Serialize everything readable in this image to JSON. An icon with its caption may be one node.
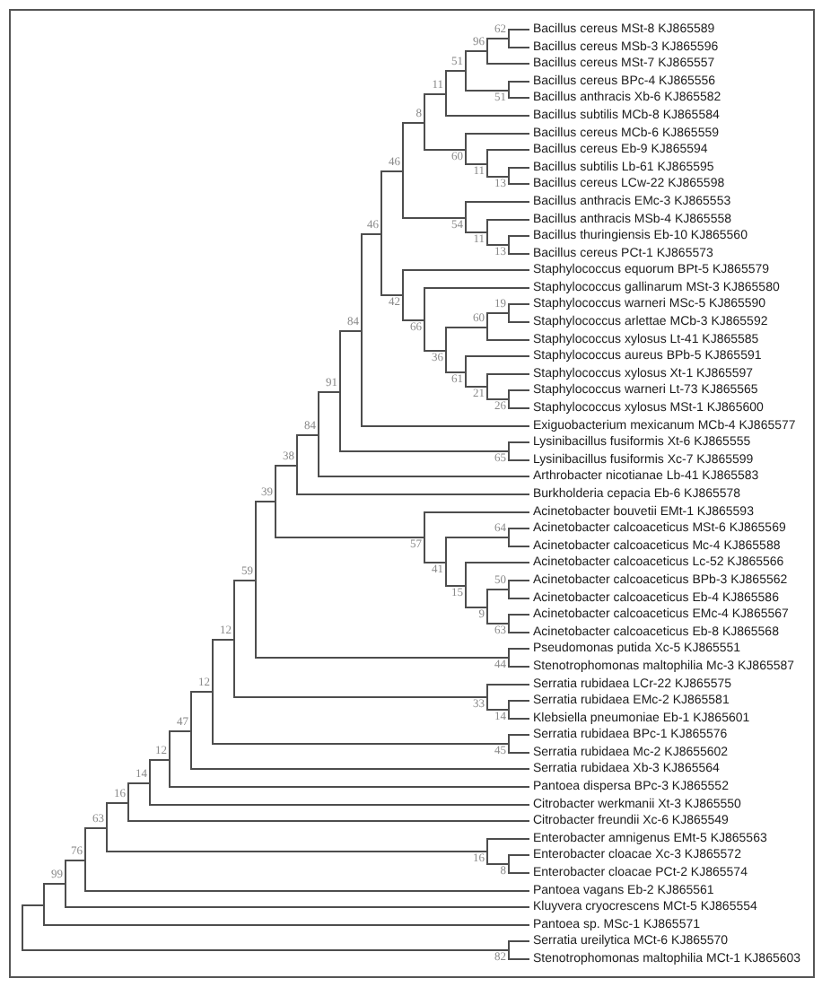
{
  "diagram": {
    "nodes": [
      {
        "text": [],
        "shape": "bar"
      },
      {
        "text": [],
        "shape": "bar"
      },
      {
        "text": [],
        "shape": "bar",
        "beside": [
          "99"
        ]
      },
      {
        "text": [],
        "shape": "bar",
        "beside": [
          "76"
        ]
      },
      {
        "text": [],
        "shape": "bar",
        "beside": [
          "63"
        ]
      },
      {
        "text": [],
        "shape": "bar",
        "beside": [
          "16"
        ]
      },
      {
        "text": [],
        "shape": "bar",
        "beside": [
          "14"
        ]
      },
      {
        "text": [],
        "shape": "bar",
        "beside": [
          "12"
        ]
      },
      {
        "text": [],
        "shape": "bar",
        "beside": [
          "47"
        ]
      },
      {
        "text": [],
        "shape": "bar",
        "beside": [
          "12"
        ]
      },
      {
        "text": [],
        "shape": "bar",
        "beside": [
          "12"
        ]
      },
      {
        "text": [],
        "shape": "bar",
        "beside": [
          "59"
        ]
      },
      {
        "text": [],
        "shape": "bar",
        "beside": [
          "39"
        ]
      },
      {
        "text": [],
        "shape": "bar",
        "beside": [
          "38"
        ]
      },
      {
        "text": [],
        "shape": "bar",
        "beside": [
          "84"
        ]
      },
      {
        "text": [],
        "shape": "bar",
        "beside": [
          "91"
        ]
      },
      {
        "text": [],
        "shape": "bar",
        "beside": [
          "84"
        ]
      },
      {
        "text": [],
        "shape": "bar",
        "beside": [
          "46"
        ]
      },
      {
        "text": [],
        "shape": "bar",
        "beside": [
          "46"
        ]
      },
      {
        "text": [],
        "shape": "bar",
        "beside": [
          "8"
        ]
      },
      {
        "text": [],
        "shape": "bar",
        "beside": [
          "11"
        ]
      },
      {
        "text": [],
        "shape": "bar",
        "beside": [
          "51"
        ]
      },
      {
        "text": [],
        "shape": "bar",
        "beside": [
          "96"
        ]
      },
      {
        "text": [],
        "shape": "bar",
        "beside": [
          "62"
        ]
      },
      {
        "text": [
          "Bacillus cereus MSt-8 KJ865589"
        ]
      },
      {
        "text": [
          "Bacillus cereus MSb-3 KJ865596"
        ]
      },
      {
        "text": [
          "Bacillus cereus MSt-7 KJ865557"
        ]
      },
      {
        "text": [],
        "shape": "bar",
        "beside": [
          "51"
        ]
      },
      {
        "text": [
          "Bacillus cereus BPc-4 KJ865556"
        ]
      },
      {
        "text": [
          "Bacillus anthracis Xb-6 KJ865582"
        ]
      },
      {
        "text": [
          "Bacillus subtilis MCb-8 KJ865584"
        ]
      },
      {
        "text": [],
        "shape": "bar",
        "beside": [
          "60"
        ]
      },
      {
        "text": [
          "Bacillus cereus MCb-6 KJ865559"
        ]
      },
      {
        "text": [],
        "shape": "bar",
        "beside": [
          "11"
        ]
      },
      {
        "text": [
          "Bacillus cereus Eb-9 KJ865594"
        ]
      },
      {
        "text": [],
        "shape": "bar",
        "beside": [
          "13"
        ]
      },
      {
        "text": [
          "Bacillus subtilis Lb-61 KJ865595"
        ]
      },
      {
        "text": [
          "Bacillus cereus LCw-22 KJ865598"
        ]
      },
      {
        "text": [],
        "shape": "bar",
        "beside": [
          "54"
        ]
      },
      {
        "text": [
          "Bacillus anthracis EMc-3 KJ865553"
        ]
      },
      {
        "text": [],
        "shape": "bar",
        "beside": [
          "11"
        ]
      },
      {
        "text": [
          "Bacillus anthracis MSb-4 KJ865558"
        ]
      },
      {
        "text": [],
        "shape": "bar",
        "beside": [
          "13"
        ]
      },
      {
        "text": [
          "Bacillus thuringiensis Eb-10 KJ865560"
        ]
      },
      {
        "text": [
          "Bacillus cereus PCt-1 KJ865573"
        ]
      },
      {
        "text": [],
        "shape": "bar",
        "beside": [
          "42"
        ]
      },
      {
        "text": [
          "Staphylococcus equorum BPt-5 KJ865579"
        ]
      },
      {
        "text": [],
        "shape": "bar",
        "beside": [
          "66"
        ]
      },
      {
        "text": [
          "Staphylococcus gallinarum MSt-3 KJ865580"
        ]
      },
      {
        "text": [],
        "shape": "bar",
        "beside": [
          "36"
        ]
      },
      {
        "text": [],
        "shape": "bar",
        "beside": [
          "60"
        ]
      },
      {
        "text": [],
        "shape": "bar",
        "beside": [
          "19"
        ]
      },
      {
        "text": [
          "Staphylococcus warneri MSc-5 KJ865590"
        ]
      },
      {
        "text": [
          "Staphylococcus arlettae MCb-3 KJ865592"
        ]
      },
      {
        "text": [
          "Staphylococcus xylosus Lt-41 KJ865585"
        ]
      },
      {
        "text": [],
        "shape": "bar",
        "beside": [
          "61"
        ]
      },
      {
        "text": [
          "Staphylococcus aureus BPb-5 KJ865591"
        ]
      },
      {
        "text": [],
        "shape": "bar",
        "beside": [
          "21"
        ]
      },
      {
        "text": [
          "Staphylococcus xylosus Xt-1 KJ865597"
        ]
      },
      {
        "text": [],
        "shape": "bar",
        "beside": [
          "26"
        ]
      },
      {
        "text": [
          "Staphylococcus warneri Lt-73 KJ865565"
        ]
      },
      {
        "text": [
          "Staphylococcus xylosus MSt-1 KJ865600"
        ]
      },
      {
        "text": [
          "Exiguobacterium mexicanum MCb-4 KJ865577"
        ]
      },
      {
        "text": [],
        "shape": "bar",
        "beside": [
          "65"
        ]
      },
      {
        "text": [
          "Lysinibacillus fusiformis Xt-6 KJ865555"
        ]
      },
      {
        "text": [
          "Lysinibacillus fusiformis Xc-7 KJ865599"
        ]
      },
      {
        "text": [
          "Arthrobacter nicotianae Lb-41 KJ865583"
        ]
      },
      {
        "text": [
          "Burkholderia cepacia Eb-6 KJ865578"
        ]
      },
      {
        "text": [],
        "shape": "bar",
        "beside": [
          "57"
        ]
      },
      {
        "text": [
          "Acinetobacter bouvetii EMt-1 KJ865593"
        ]
      },
      {
        "text": [],
        "shape": "bar",
        "beside": [
          "41"
        ]
      },
      {
        "text": [],
        "shape": "bar",
        "beside": [
          "64"
        ]
      },
      {
        "text": [
          "Acinetobacter calcoaceticus MSt-6 KJ865569"
        ]
      },
      {
        "text": [
          "Acinetobacter calcoaceticus Mc-4 KJ865588"
        ]
      },
      {
        "text": [],
        "shape": "bar",
        "beside": [
          "15"
        ]
      },
      {
        "text": [
          "Acinetobacter calcoaceticus Lc-52 KJ865566"
        ]
      },
      {
        "text": [],
        "shape": "bar",
        "beside": [
          "9"
        ]
      },
      {
        "text": [],
        "shape": "bar",
        "beside": [
          "50"
        ]
      },
      {
        "text": [
          "Acinetobacter calcoaceticus BPb-3 KJ865562"
        ]
      },
      {
        "text": [
          "Acinetobacter calcoaceticus Eb-4 KJ865586"
        ]
      },
      {
        "text": [],
        "shape": "bar",
        "beside": [
          "63"
        ]
      },
      {
        "text": [
          "Acinetobacter calcoaceticus EMc-4 KJ865567"
        ]
      },
      {
        "text": [
          "Acinetobacter calcoaceticus Eb-8 KJ865568"
        ]
      },
      {
        "text": [],
        "shape": "bar",
        "beside": [
          "44"
        ]
      },
      {
        "text": [
          "Pseudomonas putida Xc-5 KJ865551"
        ]
      },
      {
        "text": [
          "Stenotrophomonas maltophilia Mc-3 KJ865587"
        ]
      },
      {
        "text": [],
        "shape": "bar",
        "beside": [
          "33"
        ]
      },
      {
        "text": [
          "Serratia rubidaea LCr-22 KJ865575"
        ]
      },
      {
        "text": [],
        "shape": "bar",
        "beside": [
          "14"
        ]
      },
      {
        "text": [
          "Serratia rubidaea EMc-2 KJ865581"
        ]
      },
      {
        "text": [
          "Klebsiella pneumoniae Eb-1 KJ865601"
        ]
      },
      {
        "text": [],
        "shape": "bar",
        "beside": [
          "45"
        ]
      },
      {
        "text": [
          "Serratia rubidaea BPc-1 KJ865576"
        ]
      },
      {
        "text": [
          "Serratia rubidaea Mc-2 KJ8655602"
        ]
      },
      {
        "text": [
          "Serratia rubidaea Xb-3 KJ865564"
        ]
      },
      {
        "text": [
          "Pantoea dispersa BPc-3 KJ865552"
        ]
      },
      {
        "text": [
          "Citrobacter werkmanii Xt-3 KJ865550"
        ]
      },
      {
        "text": [
          "Citrobacter freundii Xc-6 KJ865549"
        ]
      },
      {
        "text": [],
        "shape": "bar",
        "beside": [
          "16"
        ]
      },
      {
        "text": [
          "Enterobacter amnigenus EMt-5 KJ865563"
        ]
      },
      {
        "text": [],
        "shape": "bar",
        "beside": [
          "8"
        ]
      },
      {
        "text": [
          "Enterobacter cloacae Xc-3 KJ865572"
        ]
      },
      {
        "text": [
          "Enterobacter cloacae PCt-2 KJ865574"
        ]
      },
      {
        "text": [
          "Pantoea vagans Eb-2 KJ865561"
        ]
      },
      {
        "text": [
          "Kluyvera cryocrescens MCt-5 KJ865554"
        ]
      },
      {
        "text": [
          "Pantoea sp. MSc-1 KJ865571"
        ]
      },
      {
        "text": [],
        "shape": "bar",
        "beside": [
          "82"
        ]
      },
      {
        "text": [
          "Serratia ureilytica MCt-6 KJ865570"
        ]
      },
      {
        "text": [
          "Stenotrophomonas maltophilia MCt-1 KJ865603"
        ]
      }
    ],
    "edges": [
      {
        "from": 0,
        "to": 1,
        "arrow": "none"
      },
      {
        "from": 1,
        "to": 2,
        "arrow": "none"
      },
      {
        "from": 2,
        "to": 3,
        "arrow": "none"
      },
      {
        "from": 3,
        "to": 4,
        "arrow": "none"
      },
      {
        "from": 4,
        "to": 5,
        "arrow": "none"
      },
      {
        "from": 5,
        "to": 6,
        "arrow": "none"
      },
      {
        "from": 6,
        "to": 7,
        "arrow": "none"
      },
      {
        "from": 7,
        "to": 8,
        "arrow": "none"
      },
      {
        "from": 8,
        "to": 9,
        "arrow": "none"
      },
      {
        "from": 9,
        "to": 10,
        "arrow": "none"
      },
      {
        "from": 10,
        "to": 11,
        "arrow": "none"
      },
      {
        "from": 11,
        "to": 12,
        "arrow": "none"
      },
      {
        "from": 12,
        "to": 13,
        "arrow": "none"
      },
      {
        "from": 13,
        "to": 14,
        "arrow": "none"
      },
      {
        "from": 14,
        "to": 15,
        "arrow": "none"
      },
      {
        "from": 15,
        "to": 16,
        "arrow": "none"
      },
      {
        "from": 16,
        "to": 17,
        "arrow": "none"
      },
      {
        "from": 17,
        "to": 18,
        "arrow": "none"
      },
      {
        "from": 18,
        "to": 19,
        "arrow": "none"
      },
      {
        "from": 19,
        "to": 20,
        "arrow": "none"
      },
      {
        "from": 20,
        "to": 21,
        "arrow": "none"
      },
      {
        "from": 21,
        "to": 22,
        "arrow": "none"
      },
      {
        "from": 22,
        "to": 23,
        "arrow": "none"
      },
      {
        "from": 23,
        "to": 24,
        "arrow": "none"
      },
      {
        "from": 23,
        "to": 25,
        "arrow": "none"
      },
      {
        "from": 22,
        "to": 26,
        "arrow": "none"
      },
      {
        "from": 21,
        "to": 27,
        "arrow": "none"
      },
      {
        "from": 27,
        "to": 28,
        "arrow": "none"
      },
      {
        "from": 27,
        "to": 29,
        "arrow": "none"
      },
      {
        "from": 20,
        "to": 30,
        "arrow": "none"
      },
      {
        "from": 19,
        "to": 31,
        "arrow": "none"
      },
      {
        "from": 31,
        "to": 32,
        "arrow": "none"
      },
      {
        "from": 31,
        "to": 33,
        "arrow": "none"
      },
      {
        "from": 33,
        "to": 34,
        "arrow": "none"
      },
      {
        "from": 33,
        "to": 35,
        "arrow": "none"
      },
      {
        "from": 35,
        "to": 36,
        "arrow": "none"
      },
      {
        "from": 35,
        "to": 37,
        "arrow": "none"
      },
      {
        "from": 18,
        "to": 38,
        "arrow": "none"
      },
      {
        "from": 38,
        "to": 39,
        "arrow": "none"
      },
      {
        "from": 38,
        "to": 40,
        "arrow": "none"
      },
      {
        "from": 40,
        "to": 41,
        "arrow": "none"
      },
      {
        "from": 40,
        "to": 42,
        "arrow": "none"
      },
      {
        "from": 42,
        "to": 43,
        "arrow": "none"
      },
      {
        "from": 42,
        "to": 44,
        "arrow": "none"
      },
      {
        "from": 17,
        "to": 45,
        "arrow": "none"
      },
      {
        "from": 45,
        "to": 46,
        "arrow": "none"
      },
      {
        "from": 45,
        "to": 47,
        "arrow": "none"
      },
      {
        "from": 47,
        "to": 48,
        "arrow": "none"
      },
      {
        "from": 47,
        "to": 49,
        "arrow": "none"
      },
      {
        "from": 49,
        "to": 50,
        "arrow": "none"
      },
      {
        "from": 50,
        "to": 51,
        "arrow": "none"
      },
      {
        "from": 51,
        "to": 52,
        "arrow": "none"
      },
      {
        "from": 51,
        "to": 53,
        "arrow": "none"
      },
      {
        "from": 50,
        "to": 54,
        "arrow": "none"
      },
      {
        "from": 49,
        "to": 55,
        "arrow": "none"
      },
      {
        "from": 55,
        "to": 56,
        "arrow": "none"
      },
      {
        "from": 55,
        "to": 57,
        "arrow": "none"
      },
      {
        "from": 57,
        "to": 58,
        "arrow": "none"
      },
      {
        "from": 57,
        "to": 59,
        "arrow": "none"
      },
      {
        "from": 59,
        "to": 60,
        "arrow": "none"
      },
      {
        "from": 59,
        "to": 61,
        "arrow": "none"
      },
      {
        "from": 16,
        "to": 62,
        "arrow": "none"
      },
      {
        "from": 15,
        "to": 63,
        "arrow": "none"
      },
      {
        "from": 63,
        "to": 64,
        "arrow": "none"
      },
      {
        "from": 63,
        "to": 65,
        "arrow": "none"
      },
      {
        "from": 14,
        "to": 66,
        "arrow": "none"
      },
      {
        "from": 13,
        "to": 67,
        "arrow": "none"
      },
      {
        "from": 12,
        "to": 68,
        "arrow": "none"
      },
      {
        "from": 68,
        "to": 69,
        "arrow": "none"
      },
      {
        "from": 68,
        "to": 70,
        "arrow": "none"
      },
      {
        "from": 70,
        "to": 71,
        "arrow": "none"
      },
      {
        "from": 71,
        "to": 72,
        "arrow": "none"
      },
      {
        "from": 71,
        "to": 73,
        "arrow": "none"
      },
      {
        "from": 70,
        "to": 74,
        "arrow": "none"
      },
      {
        "from": 74,
        "to": 75,
        "arrow": "none"
      },
      {
        "from": 74,
        "to": 76,
        "arrow": "none"
      },
      {
        "from": 76,
        "to": 77,
        "arrow": "none"
      },
      {
        "from": 77,
        "to": 78,
        "arrow": "none"
      },
      {
        "from": 77,
        "to": 79,
        "arrow": "none"
      },
      {
        "from": 76,
        "to": 80,
        "arrow": "none"
      },
      {
        "from": 80,
        "to": 81,
        "arrow": "none"
      },
      {
        "from": 80,
        "to": 82,
        "arrow": "none"
      },
      {
        "from": 11,
        "to": 83,
        "arrow": "none"
      },
      {
        "from": 83,
        "to": 84,
        "arrow": "none"
      },
      {
        "from": 83,
        "to": 85,
        "arrow": "none"
      },
      {
        "from": 10,
        "to": 86,
        "arrow": "none"
      },
      {
        "from": 86,
        "to": 87,
        "arrow": "none"
      },
      {
        "from": 86,
        "to": 88,
        "arrow": "none"
      },
      {
        "from": 88,
        "to": 89,
        "arrow": "none"
      },
      {
        "from": 88,
        "to": 90,
        "arrow": "none"
      },
      {
        "from": 9,
        "to": 91,
        "arrow": "none"
      },
      {
        "from": 91,
        "to": 92,
        "arrow": "none"
      },
      {
        "from": 91,
        "to": 93,
        "arrow": "none"
      },
      {
        "from": 8,
        "to": 94,
        "arrow": "none"
      },
      {
        "from": 7,
        "to": 95,
        "arrow": "none"
      },
      {
        "from": 6,
        "to": 96,
        "arrow": "none"
      },
      {
        "from": 5,
        "to": 97,
        "arrow": "none"
      },
      {
        "from": 4,
        "to": 98,
        "arrow": "none"
      },
      {
        "from": 98,
        "to": 99,
        "arrow": "none"
      },
      {
        "from": 98,
        "to": 100,
        "arrow": "none"
      },
      {
        "from": 100,
        "to": 101,
        "arrow": "none"
      },
      {
        "from": 100,
        "to": 102,
        "arrow": "none"
      },
      {
        "from": 3,
        "to": 103,
        "arrow": "none"
      },
      {
        "from": 2,
        "to": 104,
        "arrow": "none"
      },
      {
        "from": 1,
        "to": 105,
        "arrow": "none"
      },
      {
        "from": 0,
        "to": 106,
        "arrow": "none"
      },
      {
        "from": 106,
        "to": 107,
        "arrow": "none"
      },
      {
        "from": 106,
        "to": 108,
        "arrow": "none"
      }
    ]
  }
}
